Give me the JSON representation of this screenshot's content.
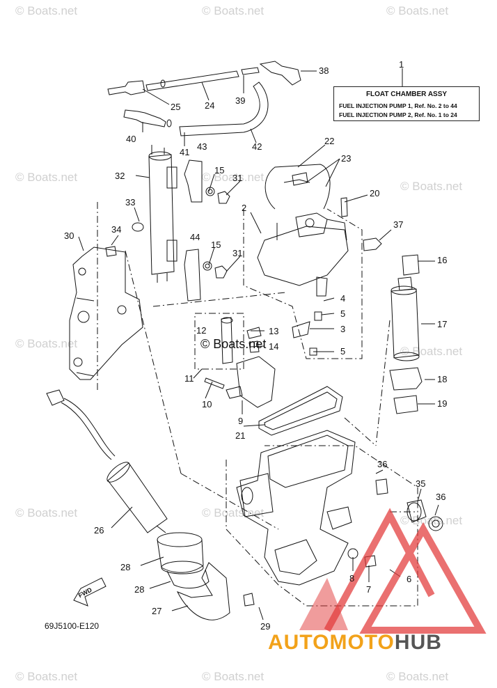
{
  "watermark_text": "© Boats.net",
  "legend": {
    "ref": "1",
    "title": "FLOAT CHAMBER ASSY",
    "row1": "FUEL INJECTION PUMP 1,  Ref. No. 2  to  44",
    "row2": "FUEL INJECTION PUMP 2,  Ref. No. 1  to  24"
  },
  "diagram_code": "69J5100-E120",
  "fwd_label": "FWD",
  "brand": {
    "part1": "AUTOMOTO",
    "part2": "HUB",
    "color1": "#f2a21a",
    "color2": "#555555",
    "logo_color": "#e23a3a"
  },
  "callouts": [
    "1",
    "2",
    "3",
    "4",
    "5",
    "5",
    "6",
    "7",
    "8",
    "9",
    "10",
    "11",
    "12",
    "13",
    "14",
    "15",
    "15",
    "16",
    "17",
    "18",
    "19",
    "20",
    "21",
    "22",
    "23",
    "24",
    "25",
    "26",
    "27",
    "28",
    "28",
    "29",
    "30",
    "31",
    "31",
    "32",
    "33",
    "34",
    "35",
    "36",
    "36",
    "37",
    "38",
    "39",
    "40",
    "41",
    "42",
    "43",
    "44"
  ]
}
